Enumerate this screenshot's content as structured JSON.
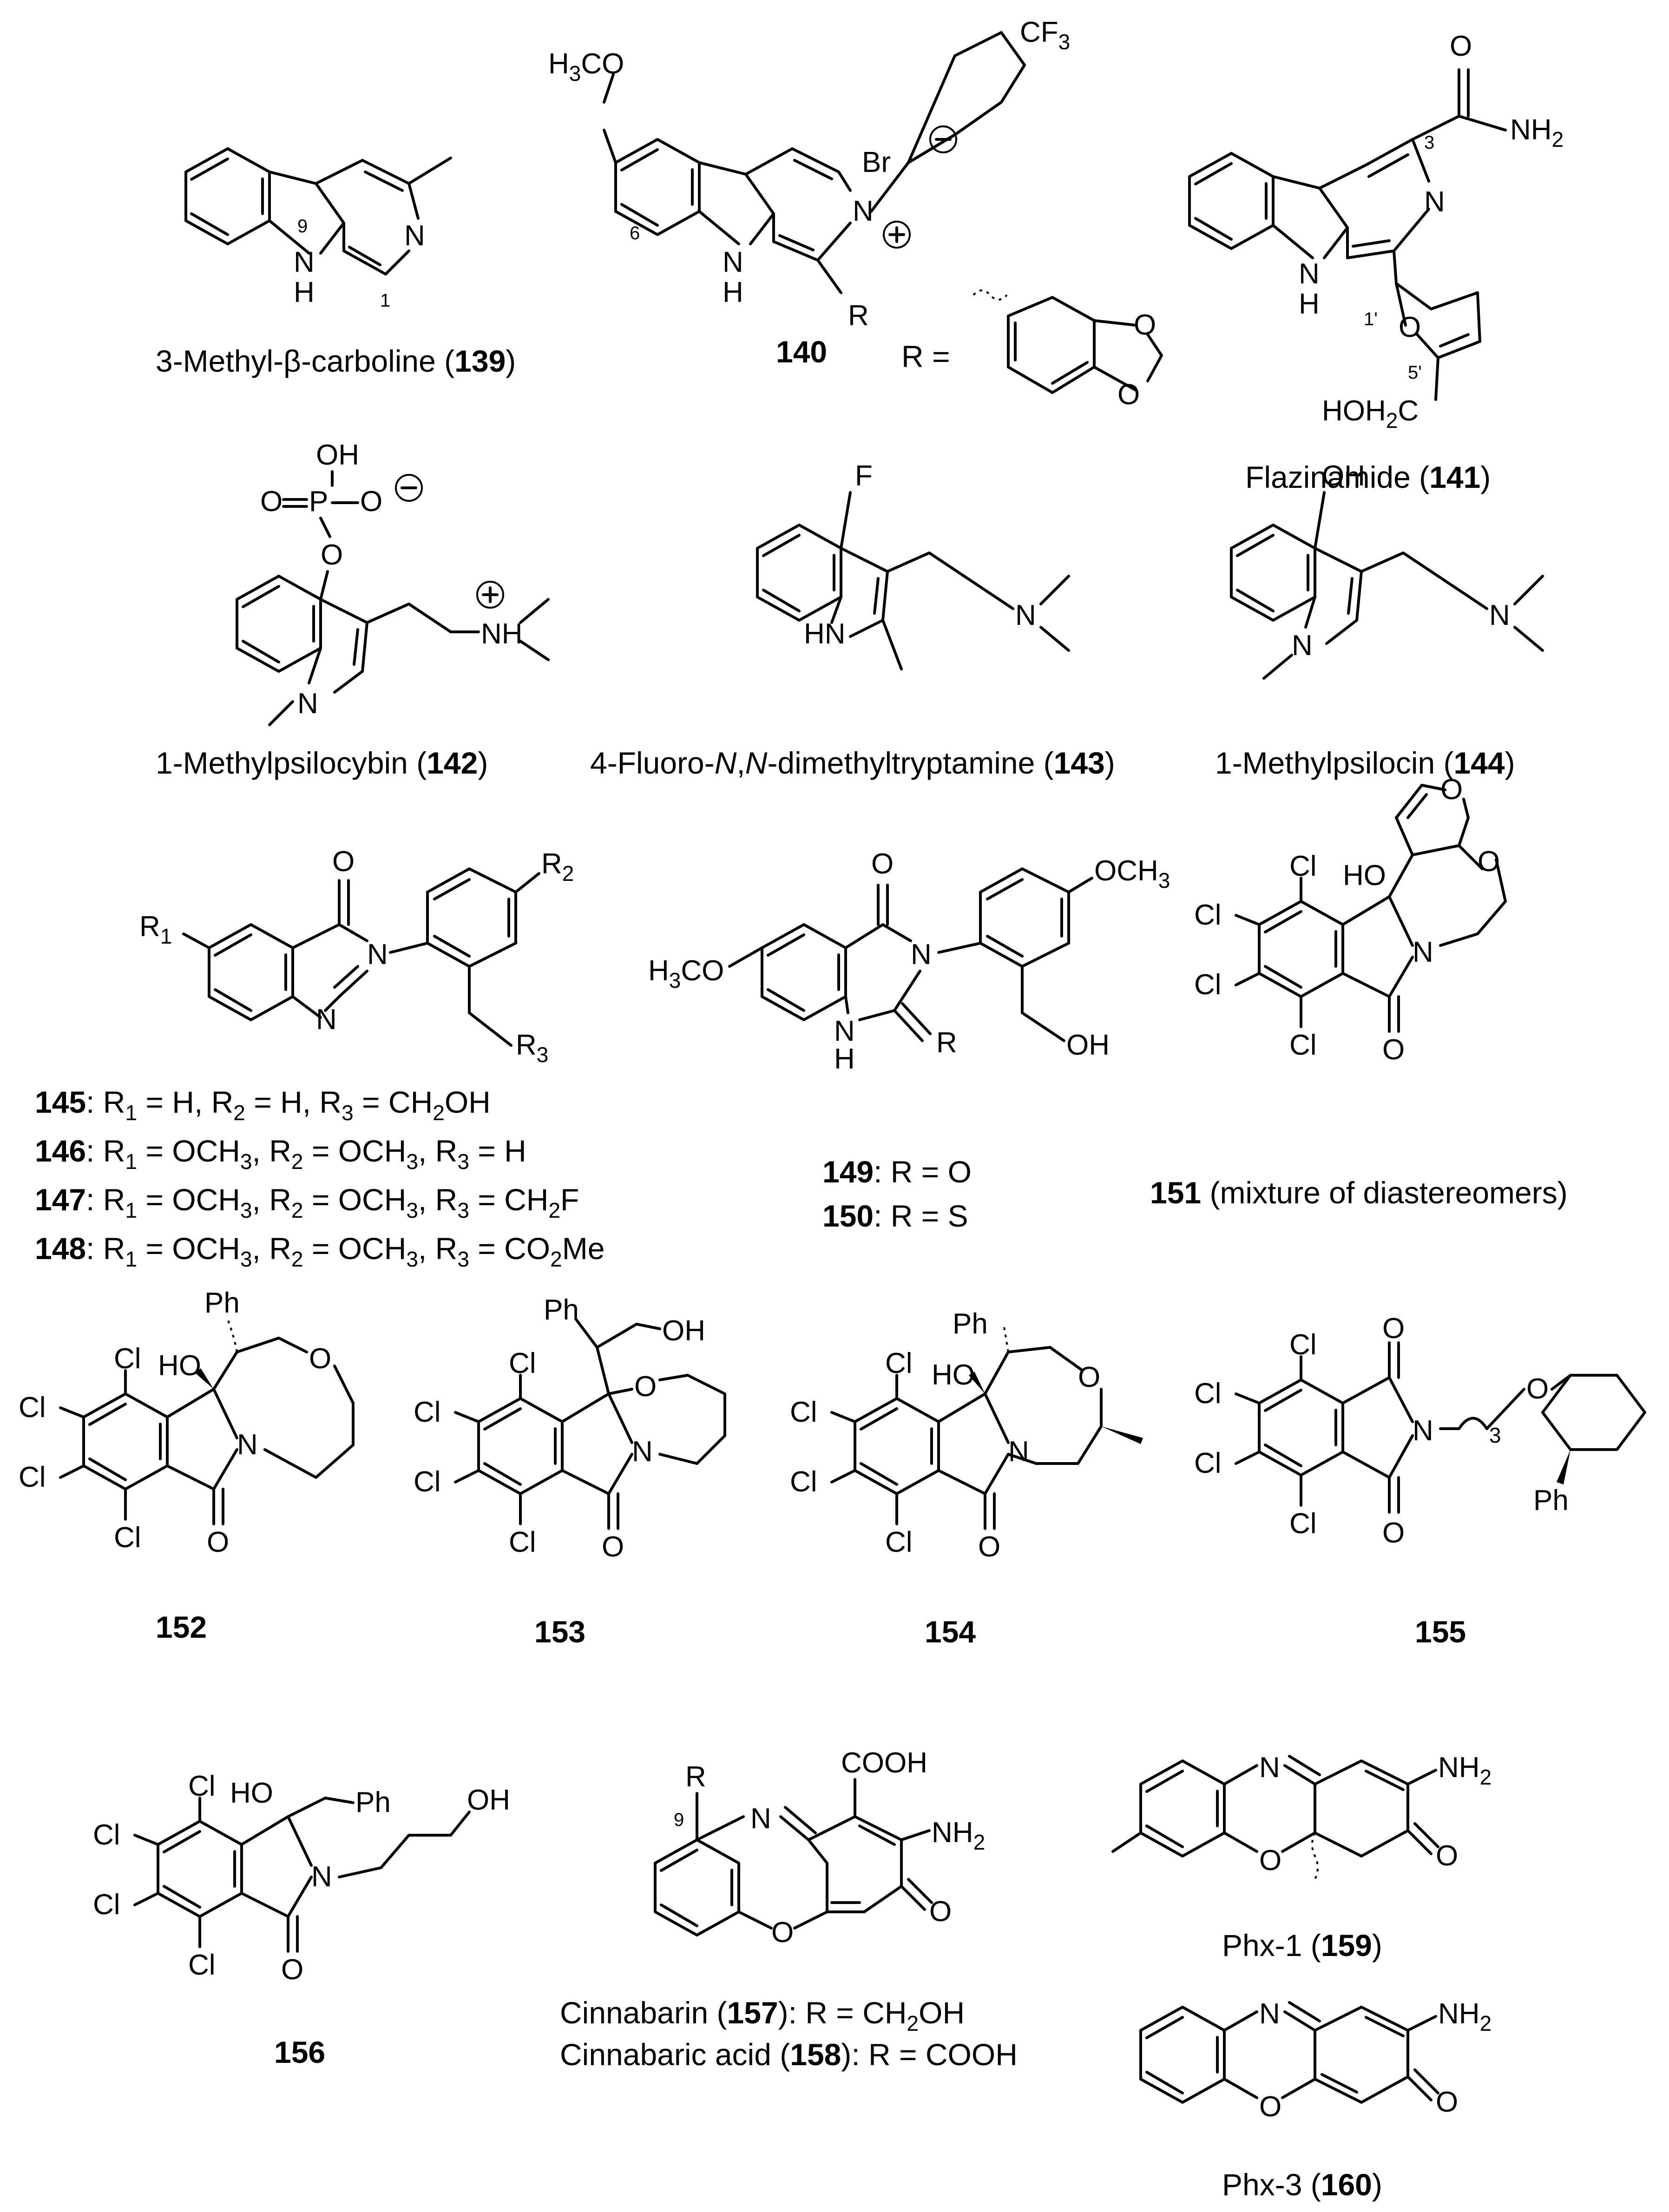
{
  "compounds": [
    {
      "id": "139",
      "name": "3-Methyl-β-carboline",
      "label": "3-Methyl-β-carboline (",
      "bold": "139",
      "close": ")"
    },
    {
      "id": "140",
      "bold": "140",
      "r_label": "R ="
    },
    {
      "id": "141",
      "label": "Flazinamide (",
      "bold": "141",
      "close": ")"
    },
    {
      "id": "142",
      "label": "1-Methylpsilocybin (",
      "bold": "142",
      "close": ")"
    },
    {
      "id": "143",
      "label": "4-Fluoro-",
      "italic1": "N",
      "sep": ",",
      "italic2": "N",
      "rest": "-dimethyltryptamine (",
      "bold": "143",
      "close": ")"
    },
    {
      "id": "144",
      "label": "1-Methylpsilocin (",
      "bold": "144",
      "close": ")"
    },
    {
      "id": "151",
      "bold": "151",
      "label": " (mixture of diastereomers)"
    },
    {
      "id": "152",
      "bold": "152"
    },
    {
      "id": "153",
      "bold": "153"
    },
    {
      "id": "154",
      "bold": "154"
    },
    {
      "id": "155",
      "bold": "155"
    },
    {
      "id": "156",
      "bold": "156"
    },
    {
      "id": "157",
      "label": "Cinnabarin (",
      "bold": "157",
      "rest": "): R = CH",
      "sub": "2",
      "end": "OH"
    },
    {
      "id": "158",
      "label": "Cinnabaric acid (",
      "bold": "158",
      "rest": "): R = COOH"
    },
    {
      "id": "159",
      "label": "Phx-1 (",
      "bold": "159",
      "close": ")"
    },
    {
      "id": "160",
      "label": "Phx-3 (",
      "bold": "160",
      "close": ")"
    }
  ],
  "series_145_148": [
    {
      "bold": "145",
      "text": ": R",
      "s1": "1",
      "t1": " = H, R",
      "s2": "2",
      "t2": " = H, R",
      "s3": "3",
      "t3": " = CH",
      "s4": "2",
      "t4": "OH"
    },
    {
      "bold": "146",
      "text": ": R",
      "s1": "1",
      "t1": " = OCH",
      "s2": "3",
      "t2": ", R",
      "s3": "2",
      "t3": " = OCH",
      "s4": "3",
      "t4": ", R",
      "s5": "3",
      "t5": " = H"
    },
    {
      "bold": "147",
      "text": ": R",
      "s1": "1",
      "t1": " = OCH",
      "s2": "3",
      "t2": ", R",
      "s3": "2",
      "t3": " = OCH",
      "s4": "3",
      "t4": ", R",
      "s5": "3",
      "t5": " = CH",
      "s6": "2",
      "t6": "F"
    },
    {
      "bold": "148",
      "text": ": R",
      "s1": "1",
      "t1": " = OCH",
      "s2": "3",
      "t2": ", R",
      "s3": "2",
      "t3": " = OCH",
      "s4": "3",
      "t4": ", R",
      "s5": "3",
      "t5": " = CO",
      "s6": "2",
      "t6": "Me"
    }
  ],
  "series_149_150": [
    {
      "bold": "149",
      "text": ": R = O"
    },
    {
      "bold": "150",
      "text": ": R = S"
    }
  ],
  "atoms": {
    "N": "N",
    "NH": "NH",
    "H": "H",
    "HN": "HN",
    "O": "O",
    "OH": "OH",
    "HO": "HO",
    "Cl": "Cl",
    "F": "F",
    "Br": "Br",
    "R": "R",
    "Ph": "Ph",
    "S": "S",
    "CF3": "CF",
    "three": "3",
    "H3CO": "H",
    "three_b": "3",
    "CO": "CO",
    "NH2": "NH",
    "two": "2",
    "HOH2C": "HOH",
    "C": "C",
    "P": "P",
    "OCH3": "OCH",
    "R1": "R",
    "one": "1",
    "R2": "R",
    "R3": "R",
    "COOH": "COOH",
    "Ph_label": "Ph"
  },
  "locants": {
    "l9": "9",
    "l1": "1",
    "l6": "6",
    "l3": "3",
    "l1p": "1'",
    "l5p": "5'",
    "l9b": "9",
    "l3sub": "3"
  }
}
